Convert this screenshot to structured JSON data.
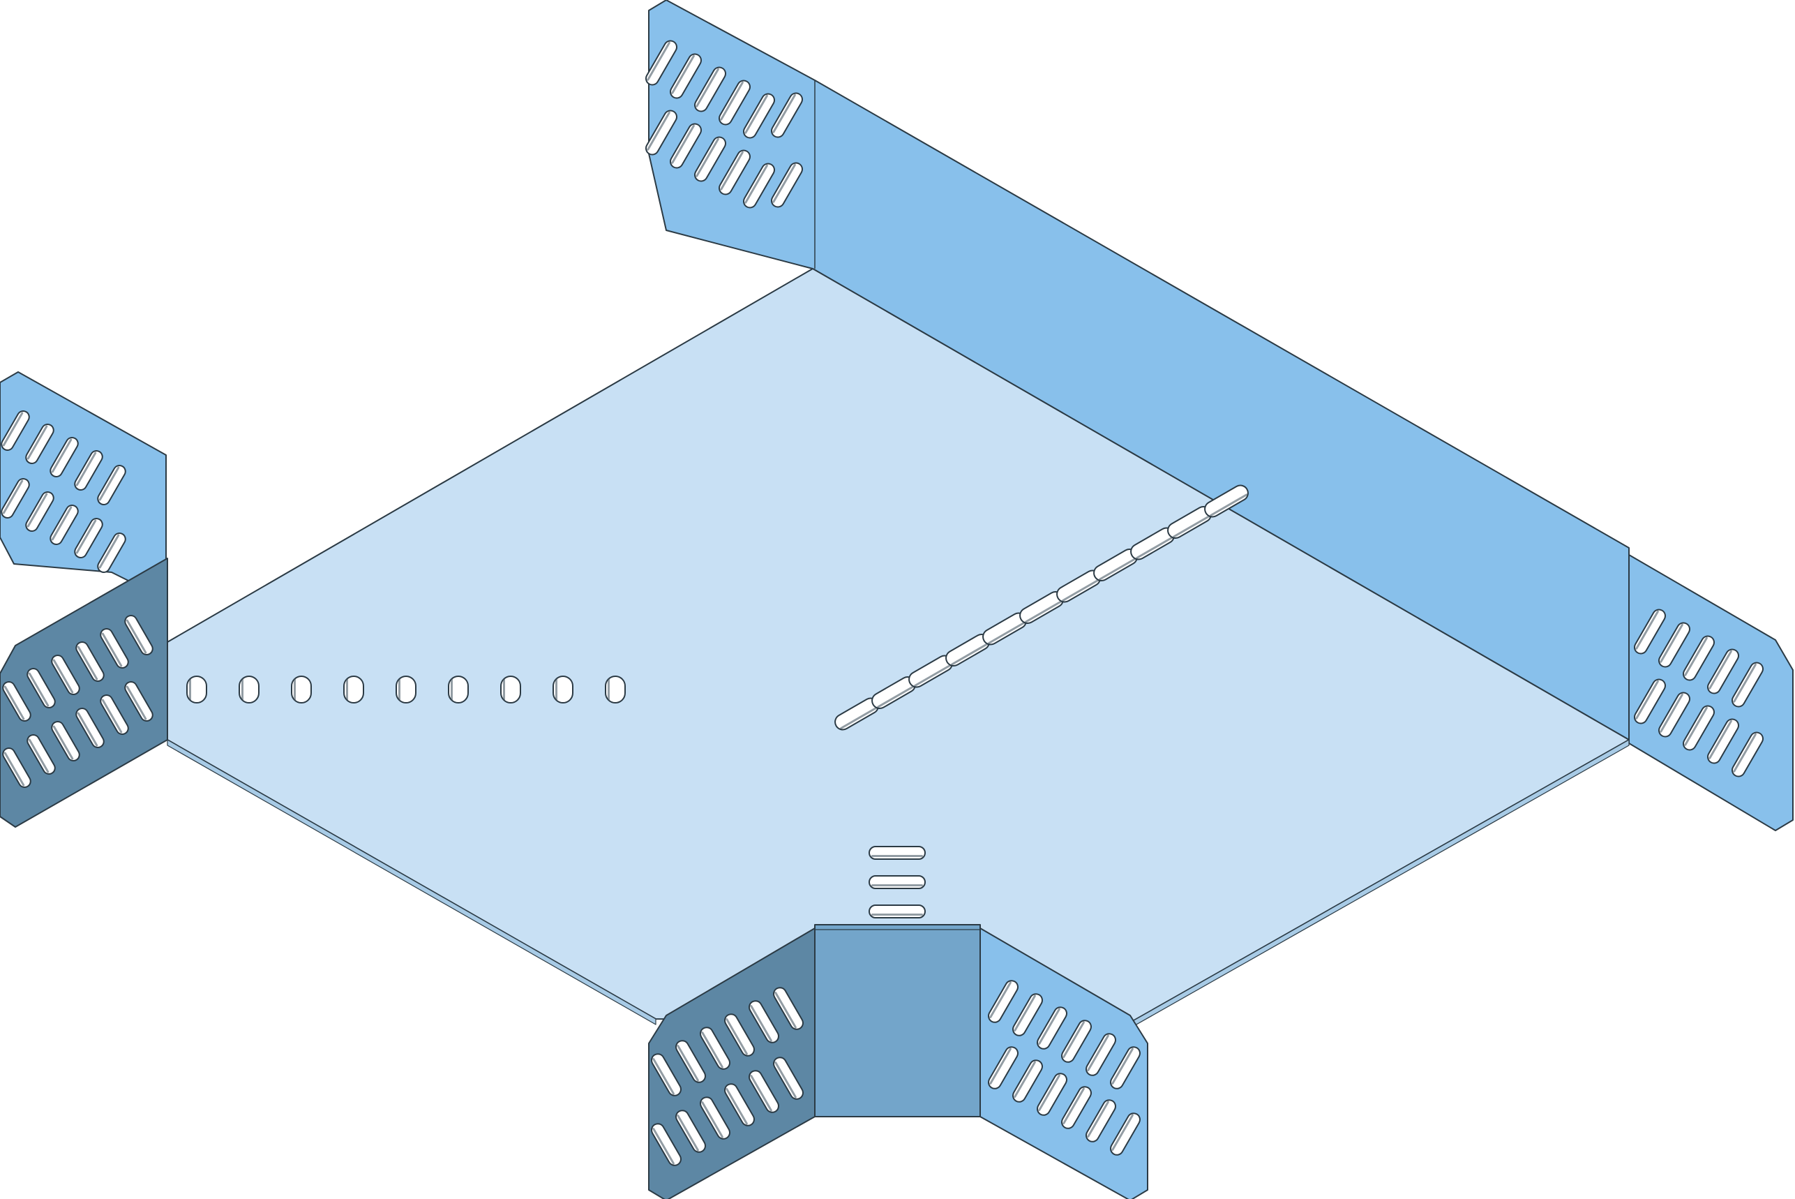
{
  "figure": {
    "subject": "cable-tray-t-junction",
    "view": "isometric",
    "labels": []
  },
  "colors": {
    "background": "#ffffff",
    "tray_floor": "#c8e0f4",
    "side_wall_light": "#88c0eb",
    "side_wall_dark": "#5d87a4",
    "center_plate": "#73a5ca",
    "slot_fill": "#ffffff",
    "outline": "#2b3a44"
  },
  "parts": {
    "floor": {
      "name": "tray-floor",
      "floor_slot_rows": 3
    },
    "back_wall": {
      "name": "back-side-wall",
      "perforation_groups": 2
    },
    "left_arm_flange": {
      "name": "left-arm-flange",
      "perforation_groups": 2
    },
    "right_arm_flange": {
      "name": "right-arm-flange",
      "perforation_groups": 1
    },
    "bottom_branch": {
      "name": "bottom-branch-coupling",
      "perforation_groups": 2
    }
  }
}
